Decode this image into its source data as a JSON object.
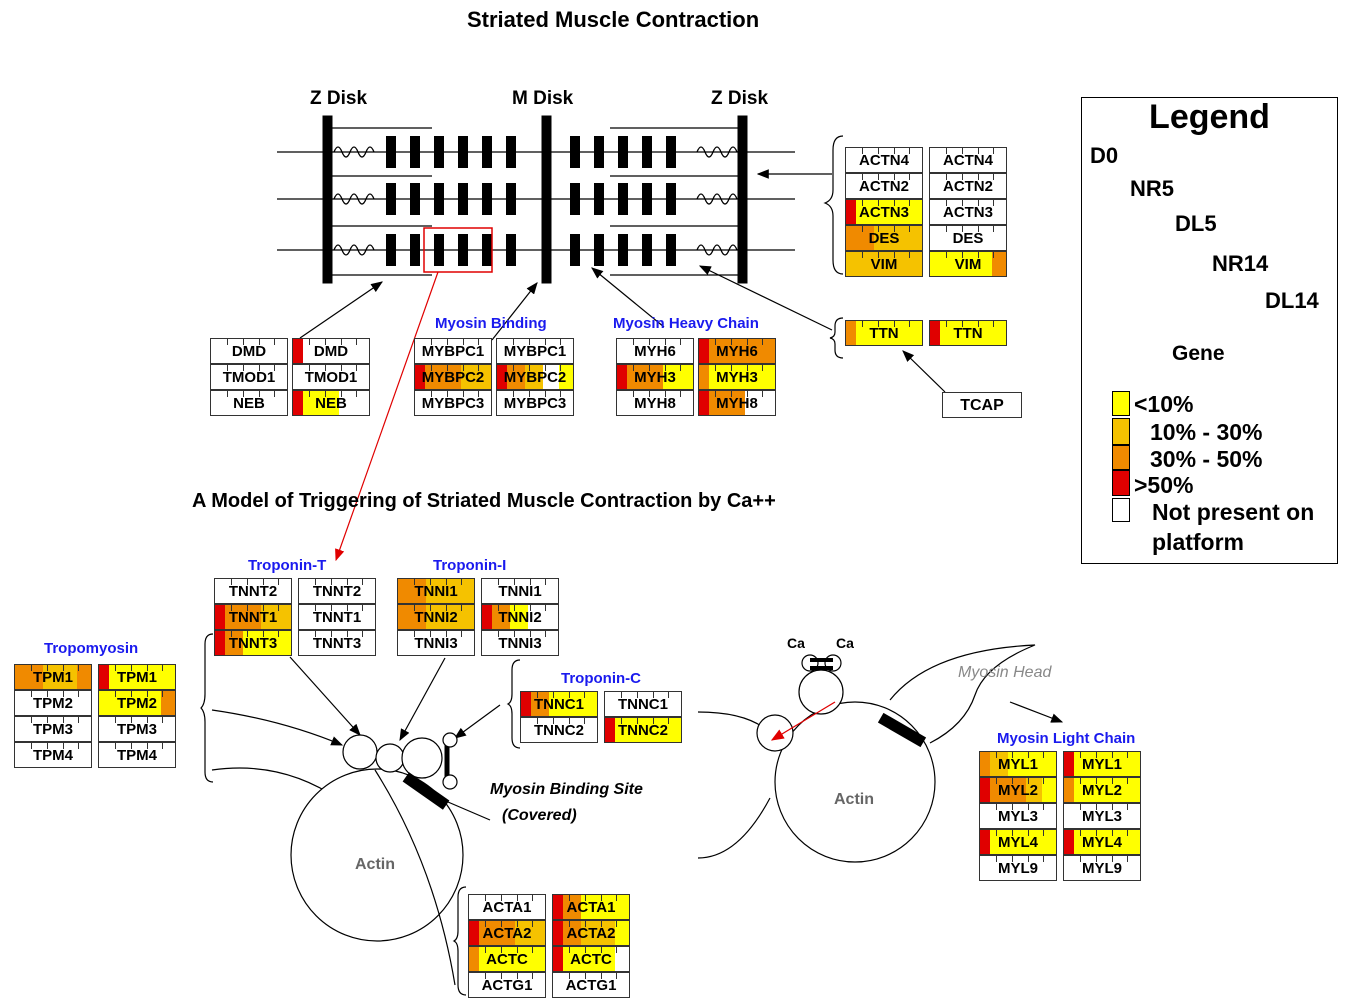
{
  "titles": {
    "main": "Striated Muscle Contraction",
    "model": "A Model of Triggering of Striated Muscle Contraction by Ca++"
  },
  "sarcomere": {
    "z_disk_left": "Z Disk",
    "m_disk": "M Disk",
    "z_disk_right": "Z Disk"
  },
  "colors": {
    "yellow": "#ffff00",
    "lightorange": "#f5c200",
    "orange": "#f08a00",
    "red": "#e00000",
    "white": "#ffffff",
    "blue_label": "#1a1aee"
  },
  "group_labels": {
    "myosin_binding": "Myosin Binding",
    "myosin_heavy_chain": "Myosin Heavy Chain",
    "troponin_t": "Troponin-T",
    "troponin_i": "Troponin-I",
    "troponin_c": "Troponin-C",
    "tropomyosin": "Tropomyosin",
    "myosin_light_chain": "Myosin Light Chain"
  },
  "annotations": {
    "tcap": "TCAP",
    "actin_left": "Actin",
    "actin_right": "Actin",
    "myosin_binding_site": "Myosin Binding Site",
    "covered": "(Covered)",
    "myosin_head": "Myosin Head",
    "ca1": "Ca",
    "ca2": "Ca"
  },
  "legend": {
    "title": "Legend",
    "stages": [
      "D0",
      "NR5",
      "DL5",
      "NR14",
      "DL14"
    ],
    "gene_label": "Gene",
    "bins": [
      {
        "label": "<10%",
        "color": "#ffff00"
      },
      {
        "label": "10% - 30%",
        "color": "#f5c200"
      },
      {
        "label": "30% - 50%",
        "color": "#f08a00"
      },
      {
        "label": ">50%",
        "color": "#e00000"
      },
      {
        "label": "Not present on",
        "label2": "platform",
        "color": "#ffffff"
      }
    ]
  },
  "gene_groups": [
    {
      "id": "actn",
      "rows": [
        [
          {
            "name": "ACTN4",
            "fill": []
          },
          {
            "name": "ACTN4",
            "fill": []
          }
        ],
        [
          {
            "name": "ACTN2",
            "fill": []
          },
          {
            "name": "ACTN2",
            "fill": []
          }
        ],
        [
          {
            "name": "ACTN3",
            "fill": [
              "R",
              "Y",
              "Y",
              "Y",
              "Y"
            ]
          },
          {
            "name": "ACTN3",
            "fill": []
          }
        ],
        [
          {
            "name": "DES",
            "fill": [
              "O",
              "O",
              "L",
              "L",
              "L"
            ]
          },
          {
            "name": "DES",
            "fill": []
          }
        ],
        [
          {
            "name": "VIM",
            "fill": [
              "L",
              "L",
              "L",
              "L",
              "L"
            ]
          },
          {
            "name": "VIM",
            "fill": [
              "Y",
              "Y",
              "Y",
              "Y",
              "O"
            ]
          }
        ]
      ]
    },
    {
      "id": "ttn",
      "rows": [
        [
          {
            "name": "TTN",
            "fill": [
              "O",
              "Y",
              "Y",
              "Y",
              "Y"
            ]
          },
          {
            "name": "TTN",
            "fill": [
              "R",
              "Y",
              "Y",
              "Y",
              "Y"
            ]
          }
        ]
      ]
    },
    {
      "id": "dmd",
      "rows": [
        [
          {
            "name": "DMD",
            "fill": []
          },
          {
            "name": "DMD",
            "fill": [
              "R",
              "",
              "",
              "",
              ""
            ]
          }
        ],
        [
          {
            "name": "TMOD1",
            "fill": []
          },
          {
            "name": "TMOD1",
            "fill": []
          }
        ],
        [
          {
            "name": "NEB",
            "fill": []
          },
          {
            "name": "NEB",
            "fill": [
              "R",
              "Y",
              "Y",
              "",
              ""
            ]
          }
        ]
      ]
    },
    {
      "id": "mybpc",
      "rows": [
        [
          {
            "name": "MYBPC1",
            "fill": []
          },
          {
            "name": "MYBPC1",
            "fill": []
          }
        ],
        [
          {
            "name": "MYBPC2",
            "fill": [
              "R",
              "O",
              "O",
              "L",
              "L"
            ]
          },
          {
            "name": "MYBPC2",
            "fill": [
              "R",
              "O",
              "L",
              "",
              "Y"
            ]
          }
        ],
        [
          {
            "name": "MYBPC3",
            "fill": []
          },
          {
            "name": "MYBPC3",
            "fill": []
          }
        ]
      ]
    },
    {
      "id": "myh",
      "rows": [
        [
          {
            "name": "MYH6",
            "fill": []
          },
          {
            "name": "MYH6",
            "fill": [
              "R",
              "O",
              "O",
              "O",
              "O"
            ]
          }
        ],
        [
          {
            "name": "MYH3",
            "fill": [
              "R",
              "O",
              "O",
              "Y",
              "Y"
            ]
          },
          {
            "name": "MYH3",
            "fill": [
              "O",
              "Y",
              "Y",
              "Y",
              "Y"
            ]
          }
        ],
        [
          {
            "name": "MYH8",
            "fill": []
          },
          {
            "name": "MYH8",
            "fill": [
              "R",
              "O",
              "O",
              "",
              ""
            ]
          }
        ]
      ]
    },
    {
      "id": "tnnt",
      "rows": [
        [
          {
            "name": "TNNT2",
            "fill": []
          },
          {
            "name": "TNNT2",
            "fill": []
          }
        ],
        [
          {
            "name": "TNNT1",
            "fill": [
              "R",
              "O",
              "O",
              "L",
              "L"
            ]
          },
          {
            "name": "TNNT1",
            "fill": []
          }
        ],
        [
          {
            "name": "TNNT3",
            "fill": [
              "R",
              "O",
              "Y",
              "Y",
              "Y"
            ]
          },
          {
            "name": "TNNT3",
            "fill": []
          }
        ]
      ]
    },
    {
      "id": "tnni",
      "rows": [
        [
          {
            "name": "TNNI1",
            "fill": [
              "O",
              "O",
              "L",
              "L",
              "L"
            ]
          },
          {
            "name": "TNNI1",
            "fill": []
          }
        ],
        [
          {
            "name": "TNNI2",
            "fill": [
              "O",
              "O",
              "L",
              "L",
              "L"
            ]
          },
          {
            "name": "TNNI2",
            "fill": [
              "R",
              "O",
              "Y",
              "",
              ""
            ]
          }
        ],
        [
          {
            "name": "TNNI3",
            "fill": []
          },
          {
            "name": "TNNI3",
            "fill": []
          }
        ]
      ]
    },
    {
      "id": "tnnc",
      "rows": [
        [
          {
            "name": "TNNC1",
            "fill": [
              "R",
              "O",
              "Y",
              "Y",
              "Y"
            ]
          },
          {
            "name": "TNNC1",
            "fill": []
          }
        ],
        [
          {
            "name": "TNNC2",
            "fill": []
          },
          {
            "name": "TNNC2",
            "fill": [
              "R",
              "Y",
              "Y",
              "Y",
              "Y"
            ]
          }
        ]
      ]
    },
    {
      "id": "tpm",
      "rows": [
        [
          {
            "name": "TPM1",
            "fill": [
              "O",
              "O",
              "L",
              "L",
              "O"
            ]
          },
          {
            "name": "TPM1",
            "fill": [
              "R",
              "Y",
              "Y",
              "Y",
              "Y"
            ]
          }
        ],
        [
          {
            "name": "TPM2",
            "fill": []
          },
          {
            "name": "TPM2",
            "fill": [
              "Y",
              "Y",
              "Y",
              "Y",
              "O"
            ]
          }
        ],
        [
          {
            "name": "TPM3",
            "fill": []
          },
          {
            "name": "TPM3",
            "fill": []
          }
        ],
        [
          {
            "name": "TPM4",
            "fill": []
          },
          {
            "name": "TPM4",
            "fill": []
          }
        ]
      ]
    },
    {
      "id": "acta",
      "rows": [
        [
          {
            "name": "ACTA1",
            "fill": []
          },
          {
            "name": "ACTA1",
            "fill": [
              "R",
              "O",
              "Y",
              "Y",
              "Y"
            ]
          }
        ],
        [
          {
            "name": "ACTA2",
            "fill": [
              "R",
              "O",
              "O",
              "L",
              "L"
            ]
          },
          {
            "name": "ACTA2",
            "fill": [
              "R",
              "O",
              "L",
              "L",
              "Y"
            ]
          }
        ],
        [
          {
            "name": "ACTC",
            "fill": [
              "O",
              "Y",
              "Y",
              "Y",
              "Y"
            ]
          },
          {
            "name": "ACTC",
            "fill": [
              "R",
              "Y",
              "Y",
              "Y",
              ""
            ]
          }
        ],
        [
          {
            "name": "ACTG1",
            "fill": []
          },
          {
            "name": "ACTG1",
            "fill": []
          }
        ]
      ]
    },
    {
      "id": "myl",
      "rows": [
        [
          {
            "name": "MYL1",
            "fill": [
              "O",
              "L",
              "Y",
              "Y",
              "Y"
            ]
          },
          {
            "name": "MYL1",
            "fill": [
              "R",
              "Y",
              "Y",
              "Y",
              "Y"
            ]
          }
        ],
        [
          {
            "name": "MYL2",
            "fill": [
              "R",
              "O",
              "O",
              "L",
              "Y"
            ]
          },
          {
            "name": "MYL2",
            "fill": [
              "O",
              "Y",
              "Y",
              "Y",
              "Y"
            ]
          }
        ],
        [
          {
            "name": "MYL3",
            "fill": []
          },
          {
            "name": "MYL3",
            "fill": []
          }
        ],
        [
          {
            "name": "MYL4",
            "fill": [
              "R",
              "Y",
              "Y",
              "Y",
              "Y"
            ]
          },
          {
            "name": "MYL4",
            "fill": [
              "R",
              "Y",
              "Y",
              "Y",
              "Y"
            ]
          }
        ],
        [
          {
            "name": "MYL9",
            "fill": []
          },
          {
            "name": "MYL9",
            "fill": []
          }
        ]
      ]
    }
  ]
}
